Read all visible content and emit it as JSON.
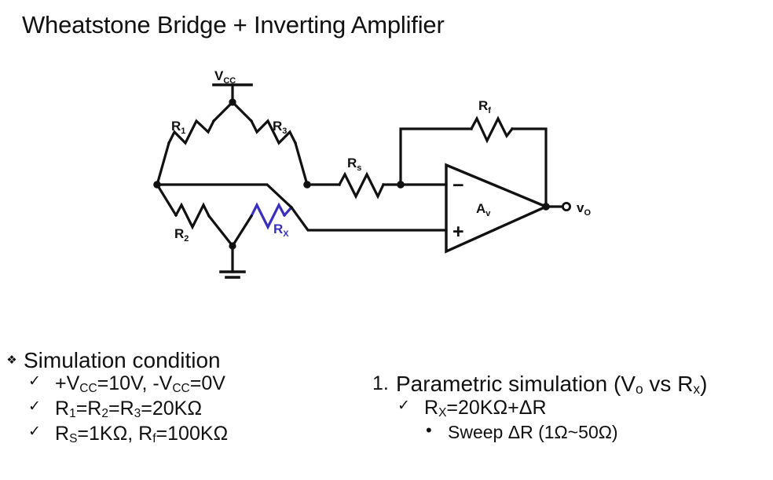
{
  "slide": {
    "title": "Wheatstone Bridge + Inverting Amplifier"
  },
  "colors": {
    "wire": "#111111",
    "rx_highlight": "#3b2fbe",
    "background": "#ffffff",
    "text": "#111111"
  },
  "schematic": {
    "name": "wheatstone-bridge-inverting-amplifier-circuit",
    "supply_label": "V",
    "supply_sub": "CC",
    "components": {
      "r1": {
        "label": "R",
        "sub": "1"
      },
      "r2": {
        "label": "R",
        "sub": "2"
      },
      "r3": {
        "label": "R",
        "sub": "3"
      },
      "rx": {
        "label": "R",
        "sub": "X"
      },
      "rs": {
        "label": "R",
        "sub": "s"
      },
      "rf": {
        "label": "R",
        "sub": "f"
      }
    },
    "opamp": {
      "gain_label": "A",
      "gain_sub": "v",
      "inverting_input": "−",
      "noninverting_input": "+"
    },
    "output": {
      "label": "v",
      "sub": "O"
    },
    "ground": "ground-symbol"
  },
  "bullets": {
    "left": {
      "heading": {
        "marker": "❖",
        "text": "Simulation condition"
      },
      "items": [
        {
          "marker": "✓",
          "text": "+V<sub>CC</sub>=10V, -V<sub>CC</sub>=0V"
        },
        {
          "marker": "✓",
          "text": "R<sub>1</sub>=R<sub>2</sub>=R<sub>3</sub>=20KΩ"
        },
        {
          "marker": "✓",
          "text": "R<sub>S</sub>=1KΩ, R<sub>f</sub>=100KΩ"
        }
      ]
    },
    "right": {
      "heading": {
        "marker": "1.",
        "text": "Parametric simulation (V<sub>o</sub> vs R<sub>x</sub>)"
      },
      "items": [
        {
          "marker": "✓",
          "level": 2,
          "text": "R<sub>X</sub>=20KΩ+ΔR"
        },
        {
          "marker": "•",
          "level": 3,
          "text": "Sweep ΔR (1Ω~50Ω)"
        }
      ]
    }
  }
}
